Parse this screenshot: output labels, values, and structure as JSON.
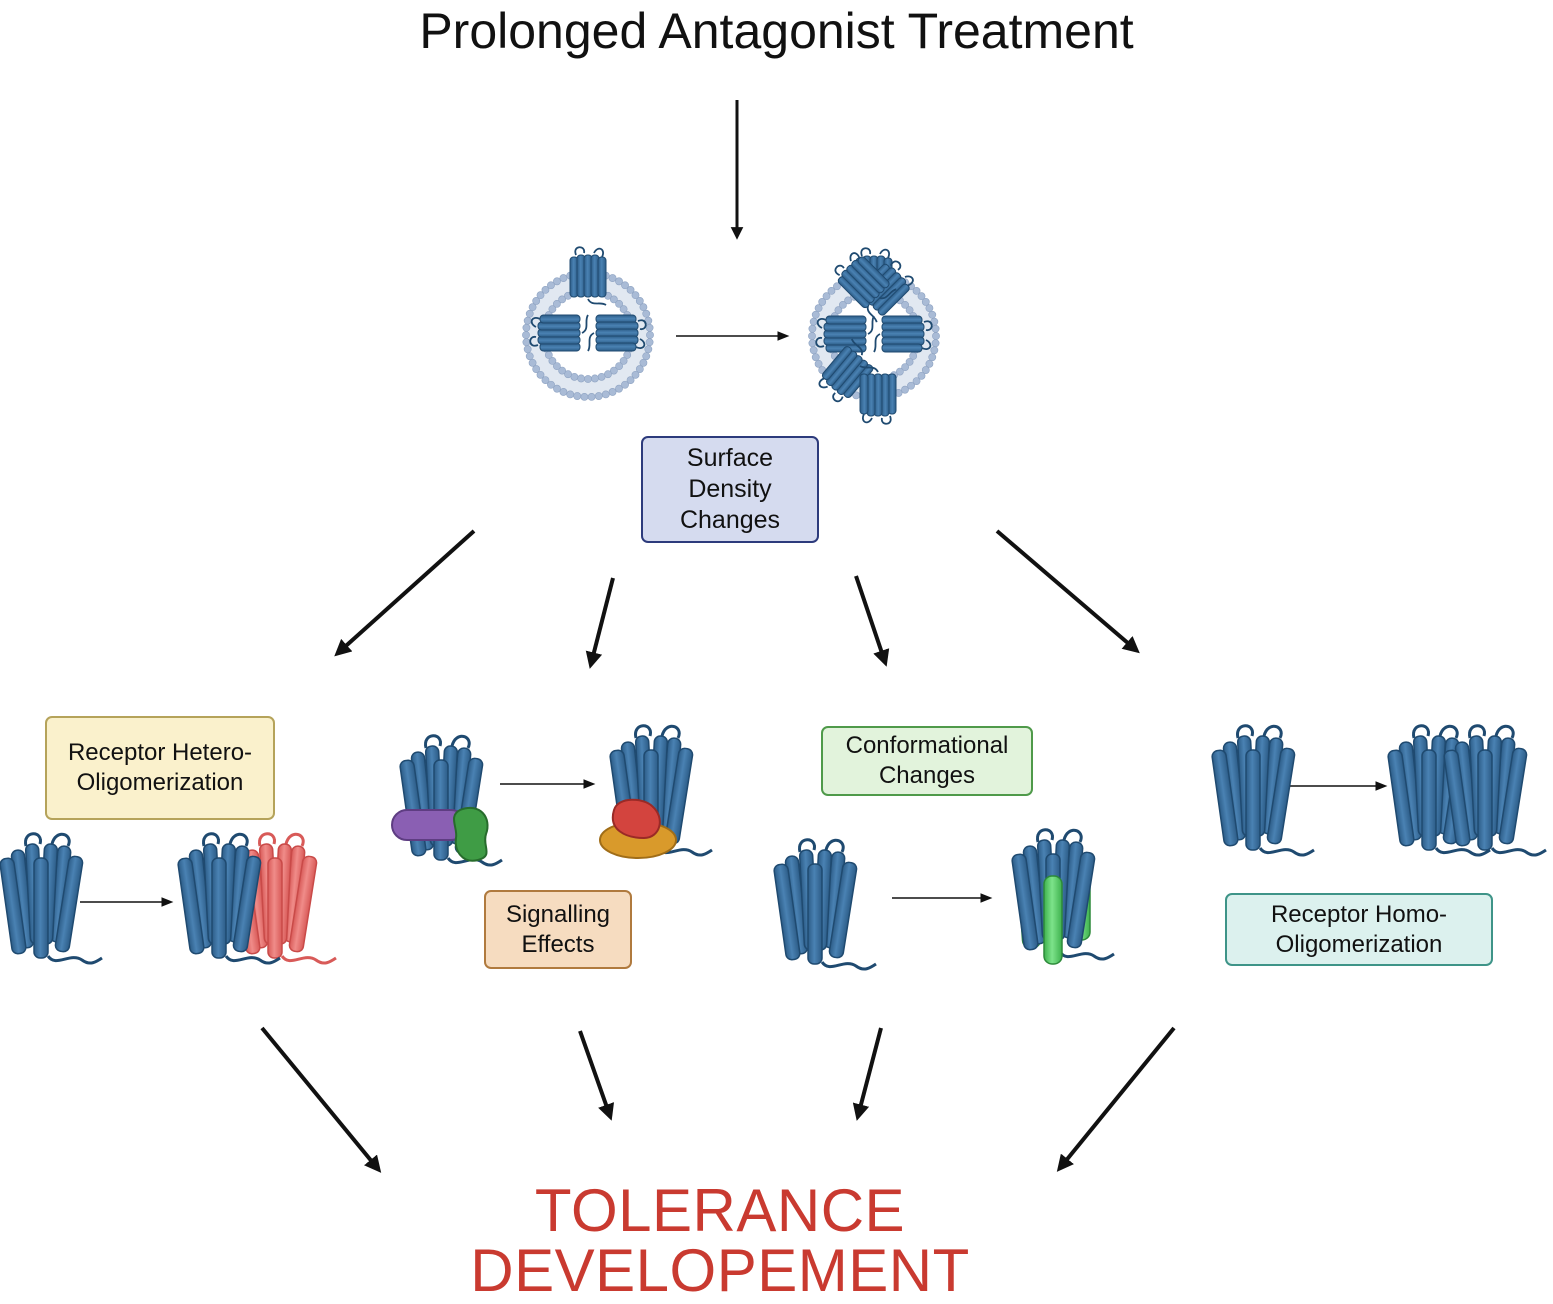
{
  "title": "Prolonged Antagonist Treatment",
  "surface_box": [
    "Surface",
    "Density",
    "Changes"
  ],
  "hetero_box": [
    "Receptor Hetero-",
    "Oligomerization"
  ],
  "signalling_box": [
    "Signalling",
    "Effects"
  ],
  "conformational_box": [
    "Conformational",
    "Changes"
  ],
  "homo_box": [
    "Receptor Homo-",
    "Oligomerization"
  ],
  "outcome": [
    "TOLERANCE",
    "DEVELOPEMENT"
  ],
  "colors": {
    "receptor": "#3a6f9e",
    "receptor_dark": "#1f4a70",
    "hetero_partner": "#e8716f",
    "g_alpha": "#8a5fb3",
    "g_beta": "#3f9c45",
    "g_red": "#d3443e",
    "g_orange": "#d99a2b",
    "conformational_green": "#5ed06b",
    "outcome_text": "#c93a30",
    "membrane": "#bccbe0"
  }
}
